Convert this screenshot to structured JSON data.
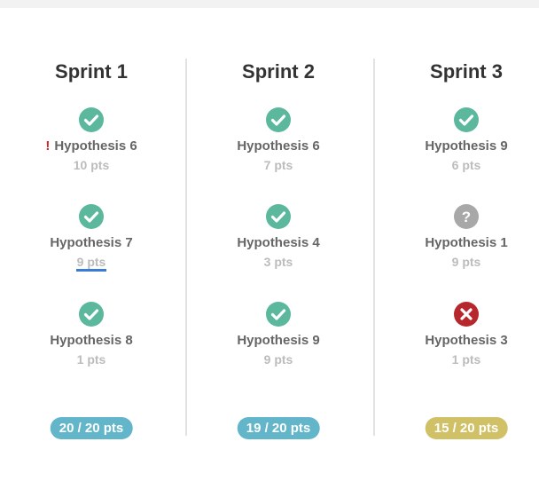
{
  "colors": {
    "done": "#5bb89c",
    "unknown": "#a8a8a8",
    "failed": "#b7282c",
    "warning": "#d3232a",
    "pill_full": "#63b5c9",
    "pill_partial": "#d0c066"
  },
  "sprints": [
    {
      "title": "Sprint 1",
      "items": [
        {
          "status": "check-icon",
          "warning": "!",
          "name": "Hypothesis 6",
          "points": "10 pts"
        },
        {
          "status": "check-icon",
          "name": "Hypothesis 7",
          "points": "9 pts"
        },
        {
          "status": "check-icon",
          "name": "Hypothesis 8",
          "points": "1 pts"
        }
      ],
      "total": "20 / 20 pts"
    },
    {
      "title": "Sprint 2",
      "items": [
        {
          "status": "check-icon",
          "name": "Hypothesis 6",
          "points": "7 pts"
        },
        {
          "status": "check-icon",
          "name": "Hypothesis 4",
          "points": "3 pts"
        },
        {
          "status": "check-icon",
          "name": "Hypothesis 9",
          "points": "9 pts"
        }
      ],
      "total": "19 / 20 pts"
    },
    {
      "title": "Sprint 3",
      "items": [
        {
          "status": "check-icon",
          "name": "Hypothesis 9",
          "points": "6 pts"
        },
        {
          "status": "question-icon",
          "name": "Hypothesis 1",
          "points": "9 pts"
        },
        {
          "status": "cross-icon",
          "name": "Hypothesis 3",
          "points": "1 pts"
        }
      ],
      "total": "15 / 20 pts"
    }
  ]
}
